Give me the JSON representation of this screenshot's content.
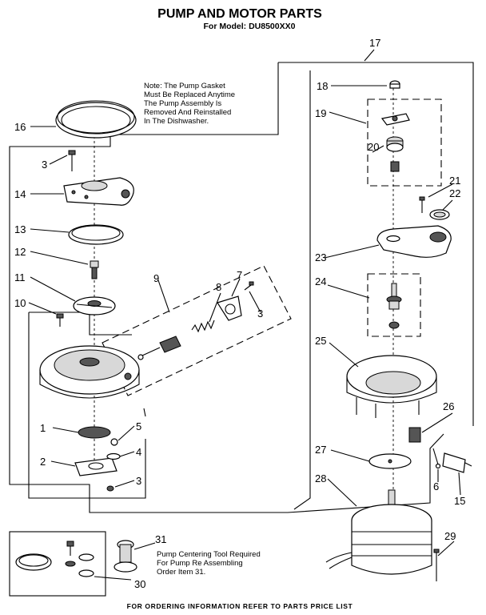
{
  "header": {
    "title": "PUMP AND MOTOR PARTS",
    "model": "For Model: DU8500XX0"
  },
  "note": [
    "Note: The Pump Gasket",
    "Must Be Replaced Anytime",
    "The Pump Assembly Is",
    "Removed And Reinstalled",
    "In The Dishwasher."
  ],
  "tool_note": [
    "Pump Centering Tool Required",
    "For Pump Re Assembling",
    "Order Item 31."
  ],
  "footer": "FOR ORDERING INFORMATION REFER TO PARTS PRICE LIST",
  "callouts": [
    "1",
    "2",
    "3",
    "3",
    "3",
    "4",
    "5",
    "6",
    "7",
    "8",
    "9",
    "10",
    "11",
    "12",
    "13",
    "14",
    "15",
    "16",
    "17",
    "18",
    "19",
    "20",
    "21",
    "22",
    "23",
    "24",
    "25",
    "26",
    "27",
    "28",
    "29",
    "30",
    "31"
  ]
}
